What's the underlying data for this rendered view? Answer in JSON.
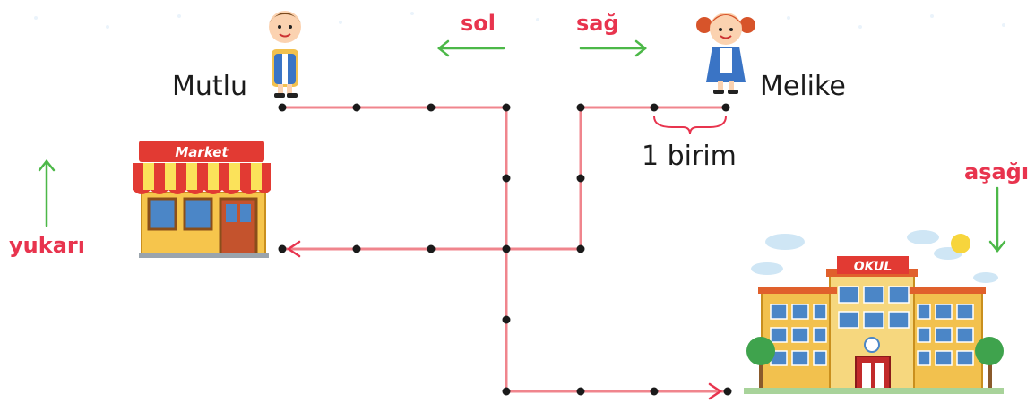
{
  "labels": {
    "left": "sol",
    "right": "sağ",
    "up": "yukarı",
    "down": "aşağı",
    "unit": "1 birim"
  },
  "characters": {
    "boy": "Mutlu",
    "girl": "Melike"
  },
  "buildings": {
    "market": "Market",
    "school": "OKUL"
  },
  "colors": {
    "path": "#f0858d",
    "label_red": "#e8344e",
    "arrow_green": "#4cb848",
    "dot": "#1a1a1a"
  },
  "icons": [
    "boy-icon",
    "girl-icon",
    "market-icon",
    "school-icon",
    "arrow-left-icon",
    "arrow-right-icon",
    "arrow-up-icon",
    "arrow-down-icon"
  ]
}
